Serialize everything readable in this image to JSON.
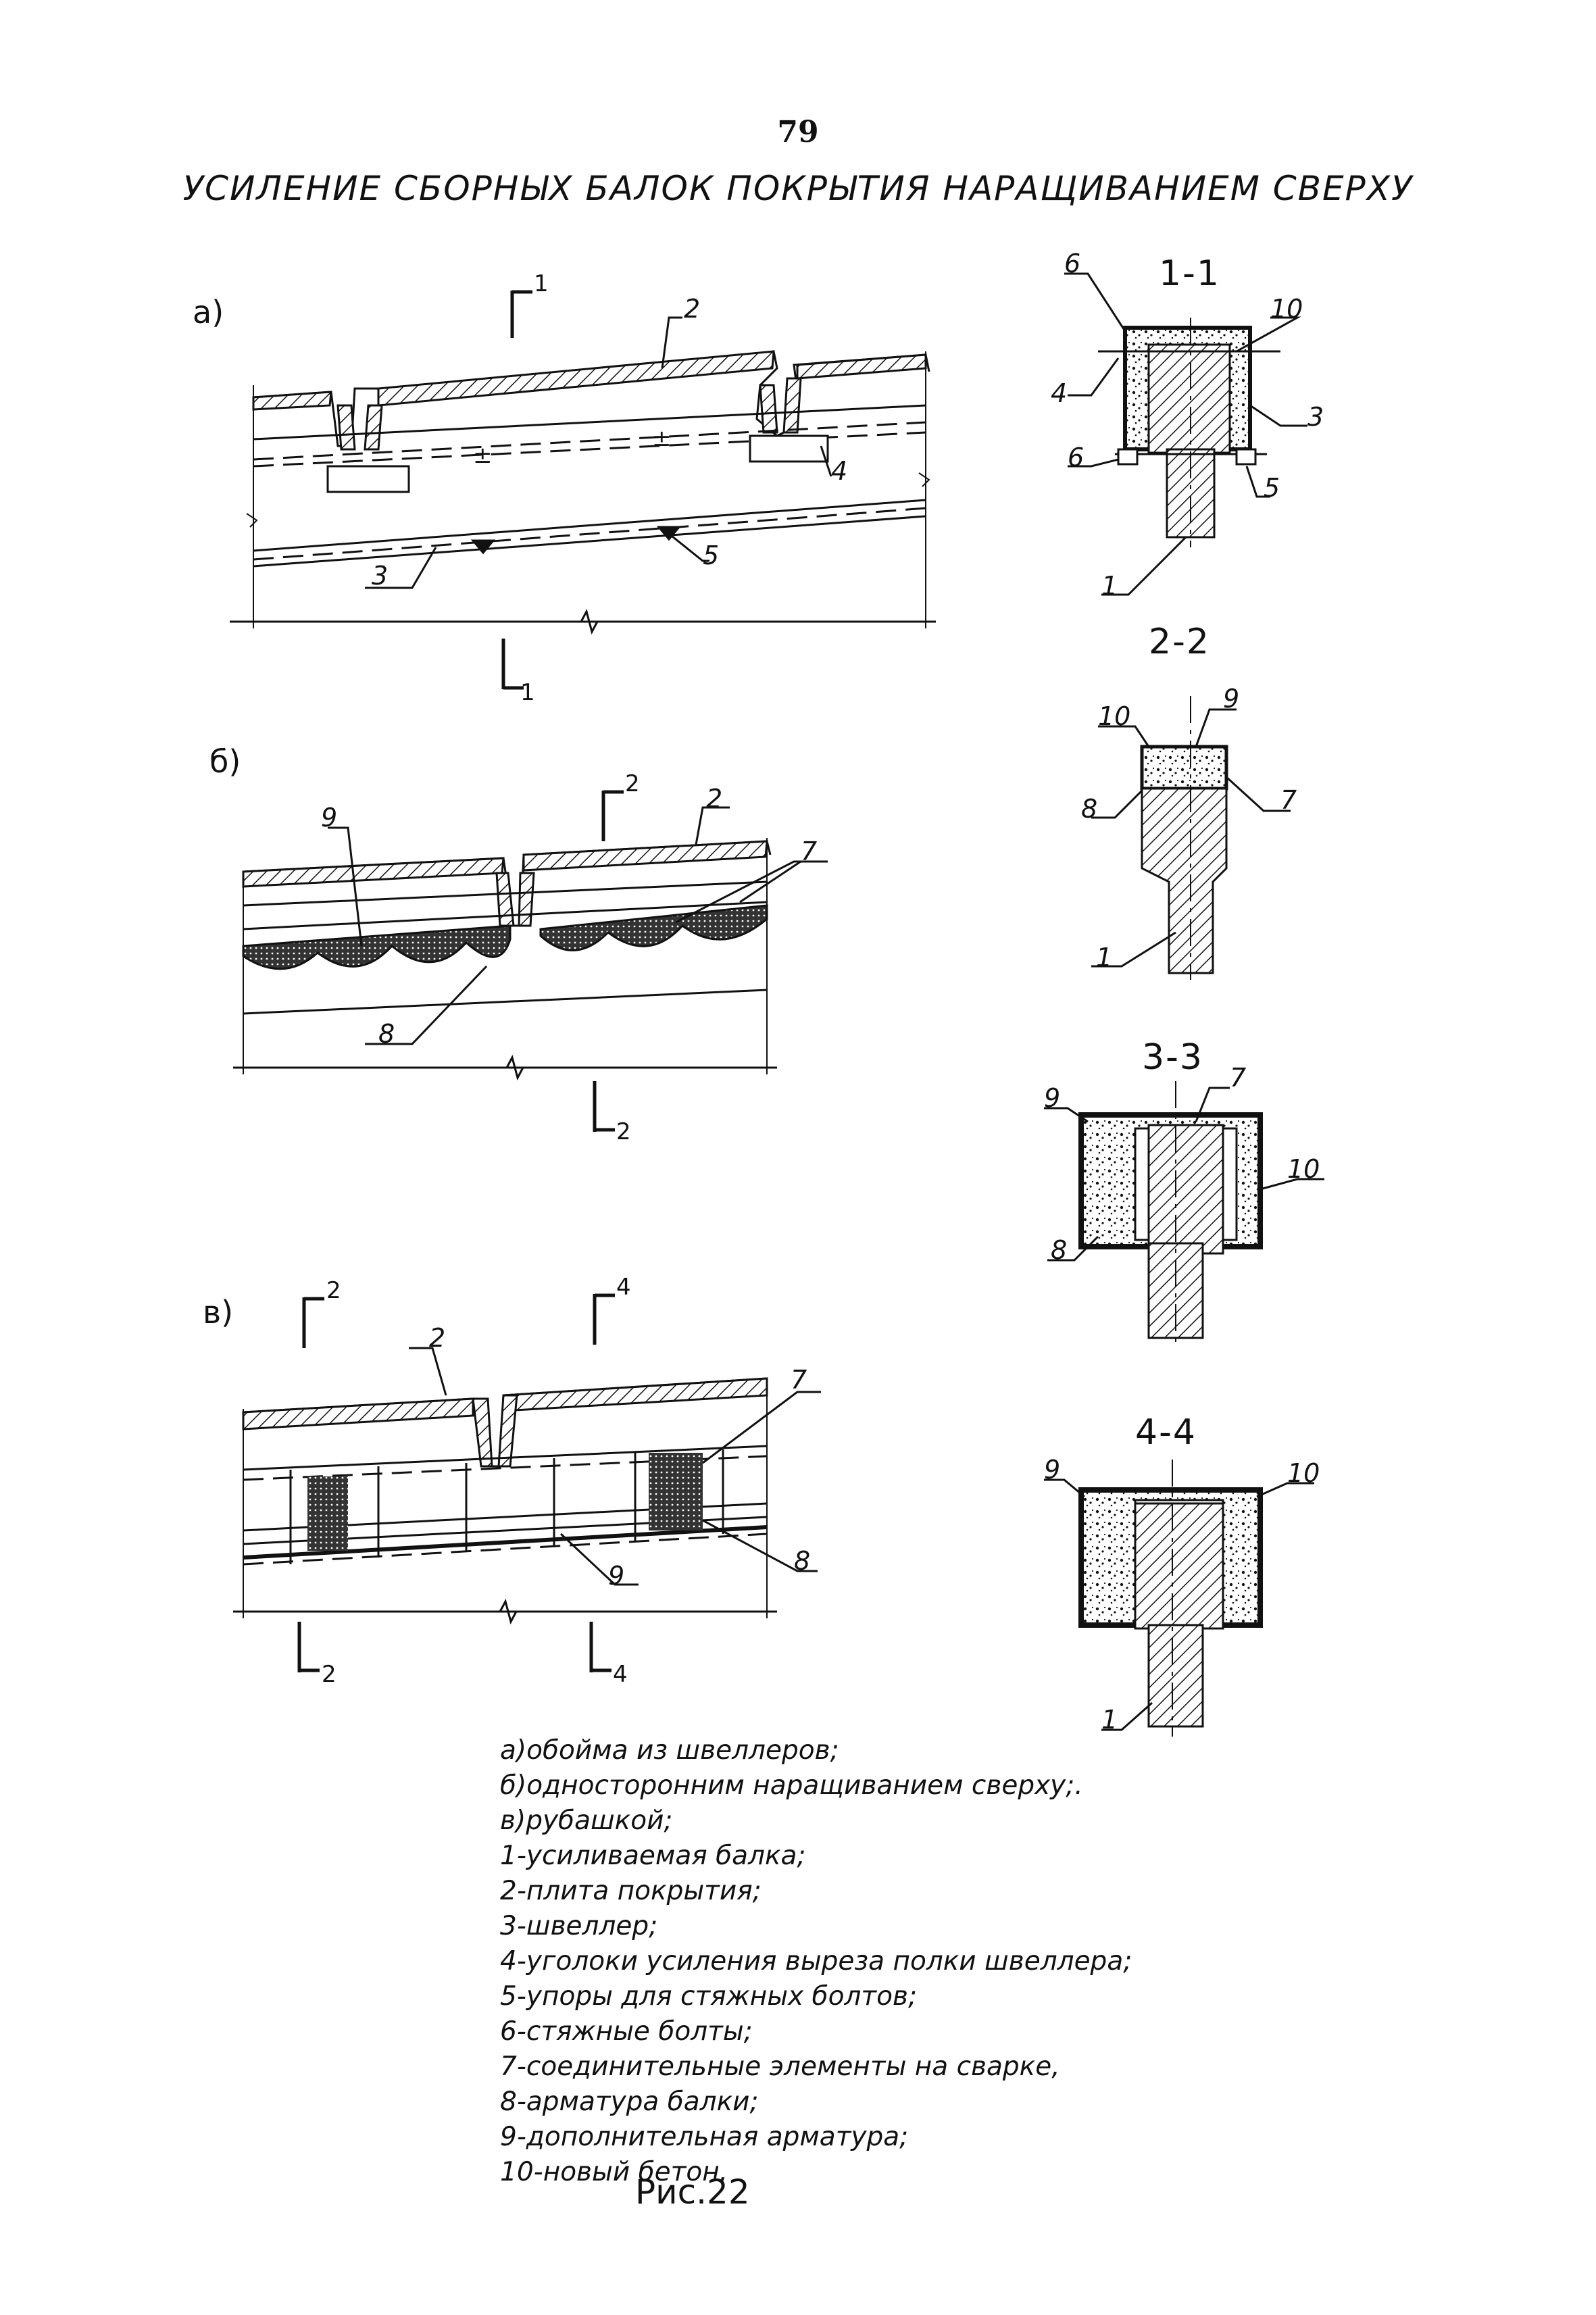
{
  "page": {
    "number": "79",
    "title": "УСИЛЕНИЕ СБОРНЫХ БАЛОК ПОКРЫТИЯ НАРАЩИВАНИЕМ СВЕРХУ",
    "figure_caption": "Рис.22"
  },
  "views": {
    "a": "а)",
    "b": "б)",
    "v": "в)"
  },
  "sections": {
    "s11": "1-1",
    "s22": "2-2",
    "s33": "3-3",
    "s44": "4-4"
  },
  "cut_marks": {
    "one": "1",
    "two": "2",
    "four": "4"
  },
  "callouts": {
    "n1": "1",
    "n2": "2",
    "n3": "3",
    "n4": "4",
    "n5": "5",
    "n6": "6",
    "n7": "7",
    "n8": "8",
    "n9": "9",
    "n10": "10"
  },
  "legend": [
    "а)обойма из швеллеров;",
    "б)односторонним наращиванием сверху;.",
    "в)рубашкой;",
    "1-усиливаемая балка;",
    "2-плита покрытия;",
    "3-швеллер;",
    "4-уголоки усиления выреза полки швеллера;",
    "5-упоры для стяжных болтов;",
    "6-стяжные болты;",
    "7-соединительные элементы на сварке,",
    "8-арматура балки;",
    "9-дополнительная арматура;",
    "10-новый бетон."
  ],
  "colors": {
    "ink": "#111111",
    "paper": "#ffffff"
  }
}
